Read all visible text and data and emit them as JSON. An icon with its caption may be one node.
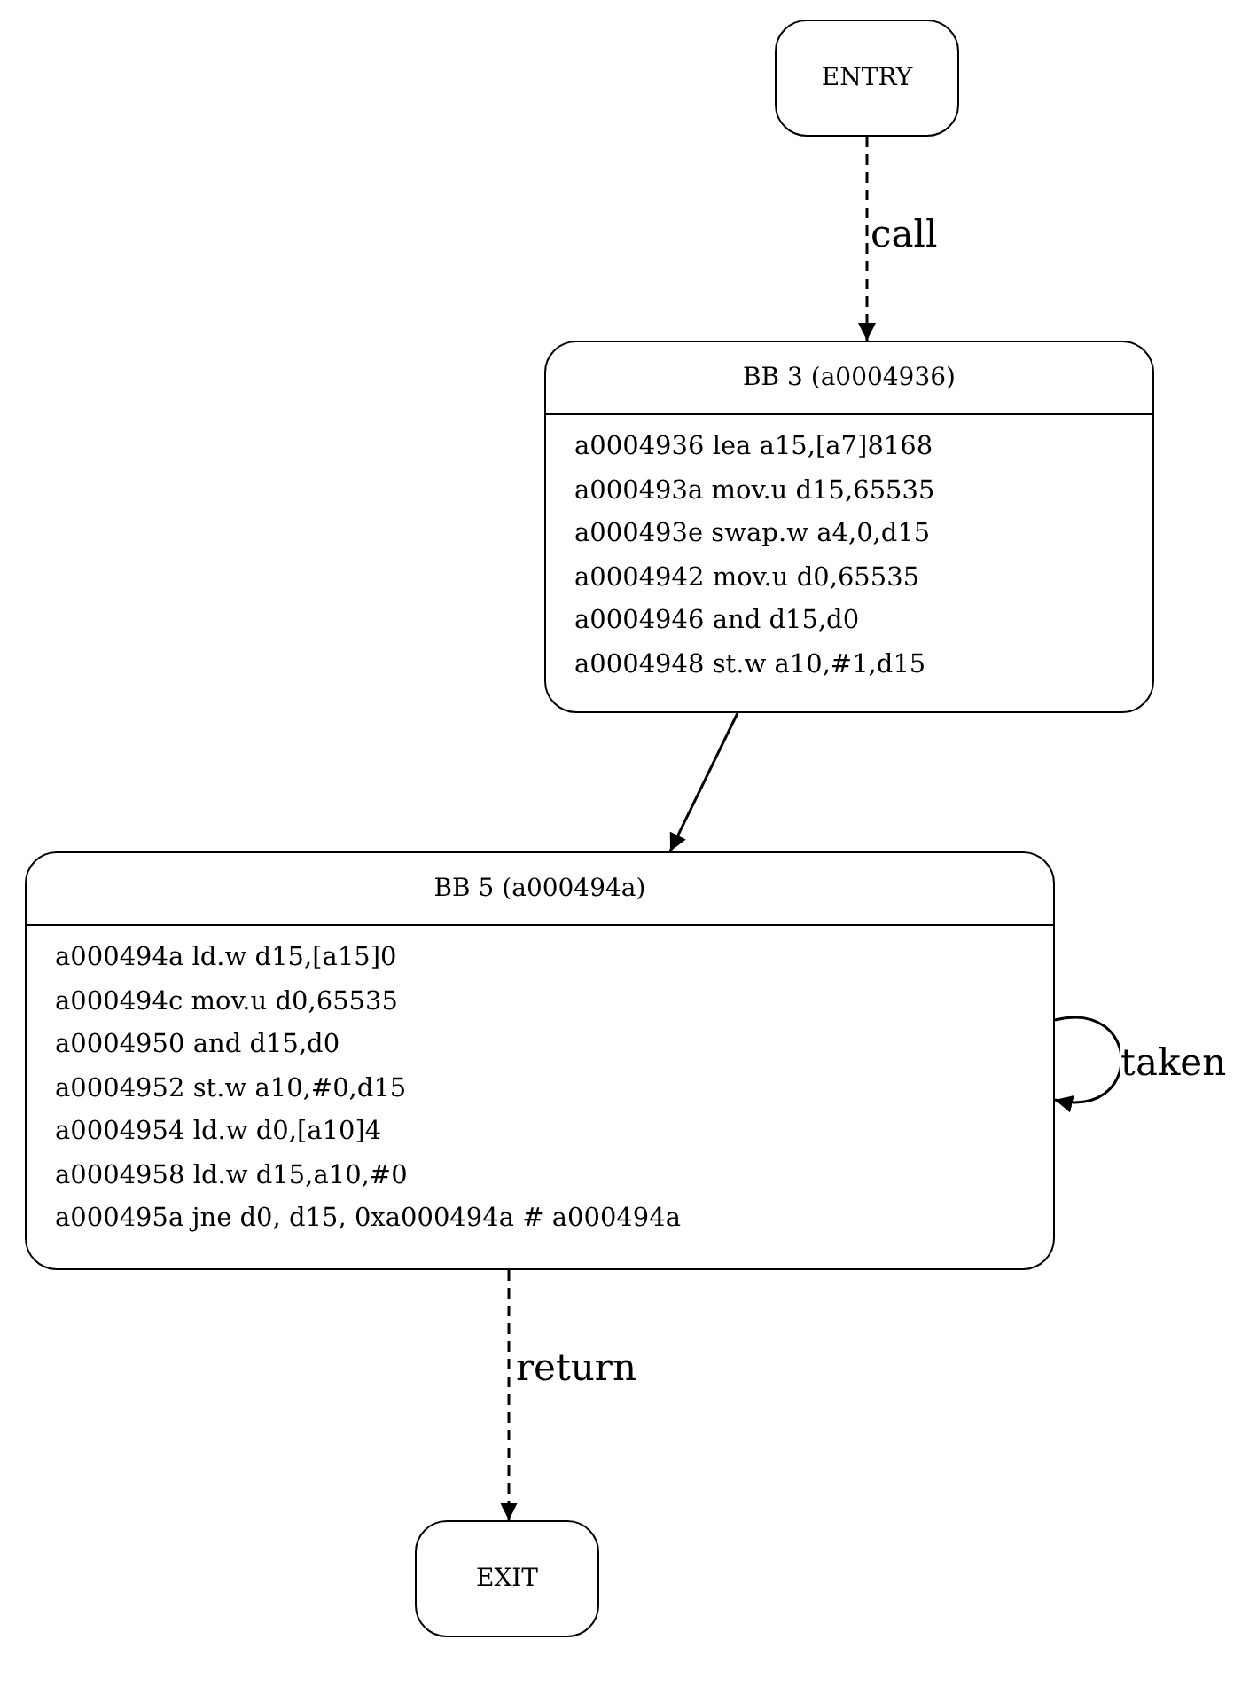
{
  "diagram": {
    "nodes": [
      {
        "text": [
          "ENTRY"
        ]
      },
      {
        "text": [
          "BB 3 (a0004936)",
          "a0004936 lea a15,[a7]8168",
          "a000493a mov.u d15,65535",
          "a000493e swap.w a4,0,d15",
          "a0004942 mov.u d0,65535",
          "a0004946 and d15,d0",
          "a0004948 st.w a10,#1,d15"
        ]
      },
      {
        "text": [
          "BB 5 (a000494a)",
          "a000494a ld.w d15,[a15]0",
          "a000494c mov.u d0,65535",
          "a0004950 and d15,d0",
          "a0004952 st.w a10,#0,d15",
          "a0004954 ld.w d0,[a10]4",
          "a0004958 ld.w d15,a10,#0",
          "a000495a jne d0, d15, 0xa000494a # a000494a"
        ]
      },
      {
        "text": [
          "EXIT"
        ]
      }
    ],
    "edges": [
      {
        "from": 0,
        "to": 1,
        "arrow": "to",
        "label": "call",
        "style": "dashed"
      },
      {
        "from": 1,
        "to": 2,
        "arrow": "to"
      },
      {
        "from": 2,
        "to": 2,
        "arrow": "to",
        "label": "taken"
      },
      {
        "from": 2,
        "to": 3,
        "arrow": "to",
        "label": "return",
        "style": "dashed"
      }
    ]
  }
}
